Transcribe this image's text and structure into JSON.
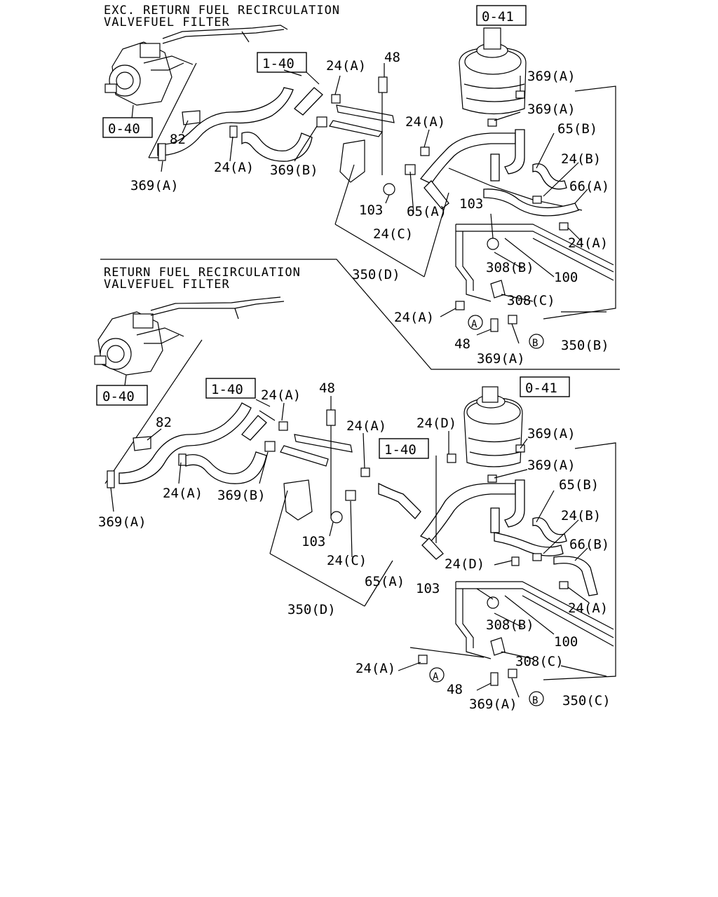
{
  "top": {
    "header": [
      "EXC. RETURN FUEL RECIRCULATION",
      "VALVEFUEL FILTER"
    ],
    "ref_boxes": [
      "0-41",
      "1-40",
      "0-40"
    ],
    "labels": [
      "48",
      "24(A)",
      "369(A)",
      "369(A)",
      "65(B)",
      "24(B)",
      "66(A)",
      "24(A)",
      "24(A)",
      "82",
      "24(A)",
      "369(B)",
      "369(A)",
      "103",
      "24(C)",
      "65(A)",
      "103",
      "350(D)",
      "308(B)",
      "100",
      "308(C)",
      "24(A)",
      "48",
      "369(A)",
      "350(B)"
    ],
    "circles": [
      "A",
      "B"
    ]
  },
  "bottom": {
    "header": [
      "RETURN FUEL RECIRCULATION",
      "VALVEFUEL FILTER"
    ],
    "ref_boxes": [
      "0-40",
      "1-40",
      "0-41",
      "1-40"
    ],
    "labels": [
      "48",
      "24(A)",
      "82",
      "24(A)",
      "24(D)",
      "369(A)",
      "369(A)",
      "24(A)",
      "369(B)",
      "369(A)",
      "65(B)",
      "24(B)",
      "103",
      "66(B)",
      "24(C)",
      "24(D)",
      "65(A)",
      "103",
      "24(A)",
      "350(D)",
      "308(B)",
      "100",
      "308(C)",
      "24(A)",
      "48",
      "369(A)",
      "350(C)"
    ],
    "circles": [
      "A",
      "B"
    ]
  }
}
